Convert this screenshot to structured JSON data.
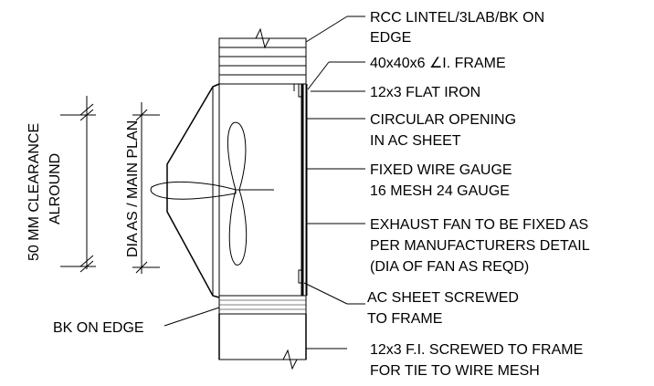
{
  "labels": {
    "rcc_lintel_1": "RCC LINTEL/3LAB/BK ON",
    "rcc_lintel_2": "EDGE",
    "angle_frame": "40x40x6 ∠I. FRAME",
    "flat_iron": "12x3 FLAT IRON",
    "circular_opening_1": "CIRCULAR OPENING",
    "circular_opening_2": "IN AC SHEET",
    "wire_gauge_1": "FIXED WIRE GAUGE",
    "wire_gauge_2": "16 MESH 24 GAUGE",
    "exhaust_fan_1": "EXHAUST FAN TO BE FIXED AS",
    "exhaust_fan_2": "PER MANUFACTURERS DETAIL",
    "exhaust_fan_3": "(DIA OF FAN AS REQD)",
    "ac_sheet_1": "AC SHEET SCREWED",
    "ac_sheet_2": "TO FRAME",
    "fi_screwed_1": "12x3 F.I. SCREWED TO FRAME",
    "fi_screwed_2": "FOR TIE TO WIRE MESH",
    "bk_on_edge": "BK ON EDGE"
  },
  "dimensions": {
    "clearance_1": "50 MM CLEARANCE",
    "clearance_2": "ALROUND",
    "diameter": "DIA AS / MAIN PLAN"
  }
}
